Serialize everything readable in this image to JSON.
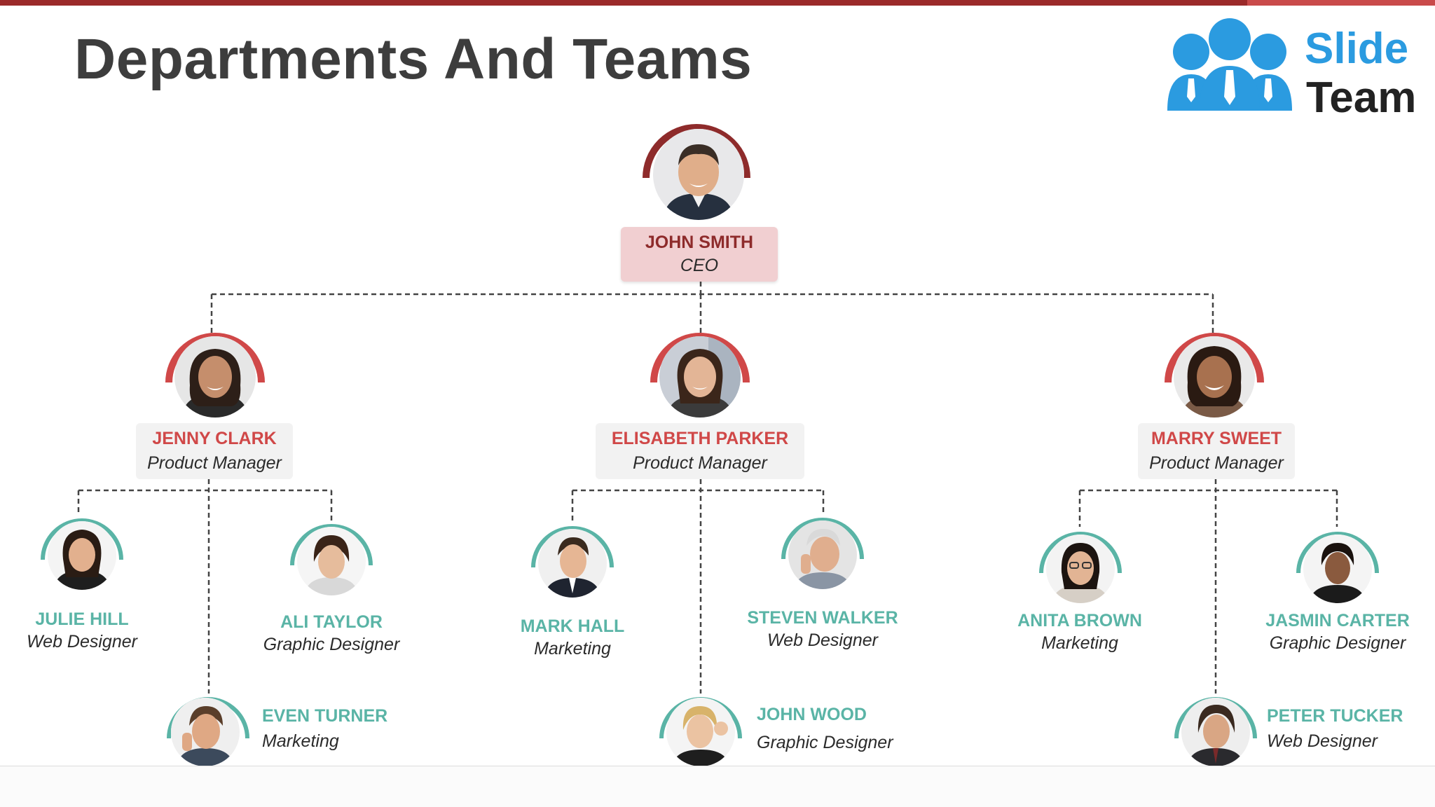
{
  "title": "Departments And Teams",
  "logo": {
    "line1": "Slide",
    "line2": "Team"
  },
  "colors": {
    "ceo_arc": "#8e2b2b",
    "manager_arc": "#d04848",
    "member_arc": "#5ab4a6",
    "ceo_name": "#8e2b2b",
    "manager_name": "#d04848",
    "member_name": "#5ab4a6"
  },
  "ceo": {
    "name": "JOHN SMITH",
    "role": "CEO"
  },
  "managers": [
    {
      "name": "JENNY CLARK",
      "role": "Product Manager",
      "team": [
        {
          "name": "JULIE HILL",
          "role": "Web Designer"
        },
        {
          "name": "ALI TAYLOR",
          "role": "Graphic Designer"
        },
        {
          "name": "EVEN TURNER",
          "role": "Marketing"
        }
      ]
    },
    {
      "name": "ELISABETH PARKER",
      "role": "Product Manager",
      "team": [
        {
          "name": "MARK HALL",
          "role": "Marketing"
        },
        {
          "name": "STEVEN WALKER",
          "role": "Web Designer"
        },
        {
          "name": "JOHN WOOD",
          "role": "Graphic Designer"
        }
      ]
    },
    {
      "name": "MARRY SWEET",
      "role": "Product Manager",
      "team": [
        {
          "name": "ANITA BROWN",
          "role": "Marketing"
        },
        {
          "name": "JASMIN CARTER",
          "role": "Graphic Designer"
        },
        {
          "name": "PETER TUCKER",
          "role": "Web Designer"
        }
      ]
    }
  ]
}
